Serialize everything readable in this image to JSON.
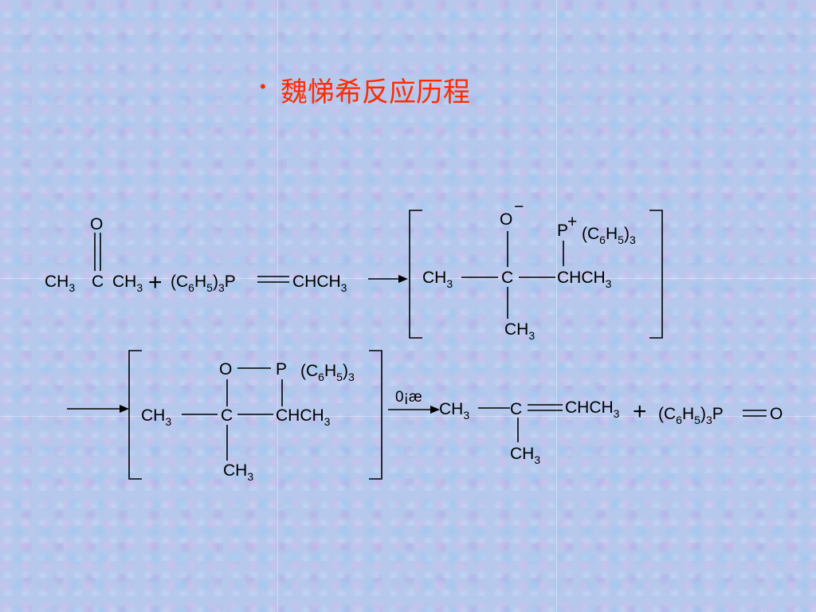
{
  "slide": {
    "bullet": "•",
    "title": "魏悌希反应历程"
  },
  "scheme": {
    "C": "C",
    "O": "O",
    "P": "P",
    "H": "H",
    "CH": "CH",
    "CHCH": "CHCH",
    "sub3": "3",
    "sub5": "5",
    "sub6": "6",
    "paren_open": "(",
    "paren_close": ")",
    "plus": "+",
    "minus": "−",
    "plus_sign": "+",
    "condition": "0¡æ"
  }
}
